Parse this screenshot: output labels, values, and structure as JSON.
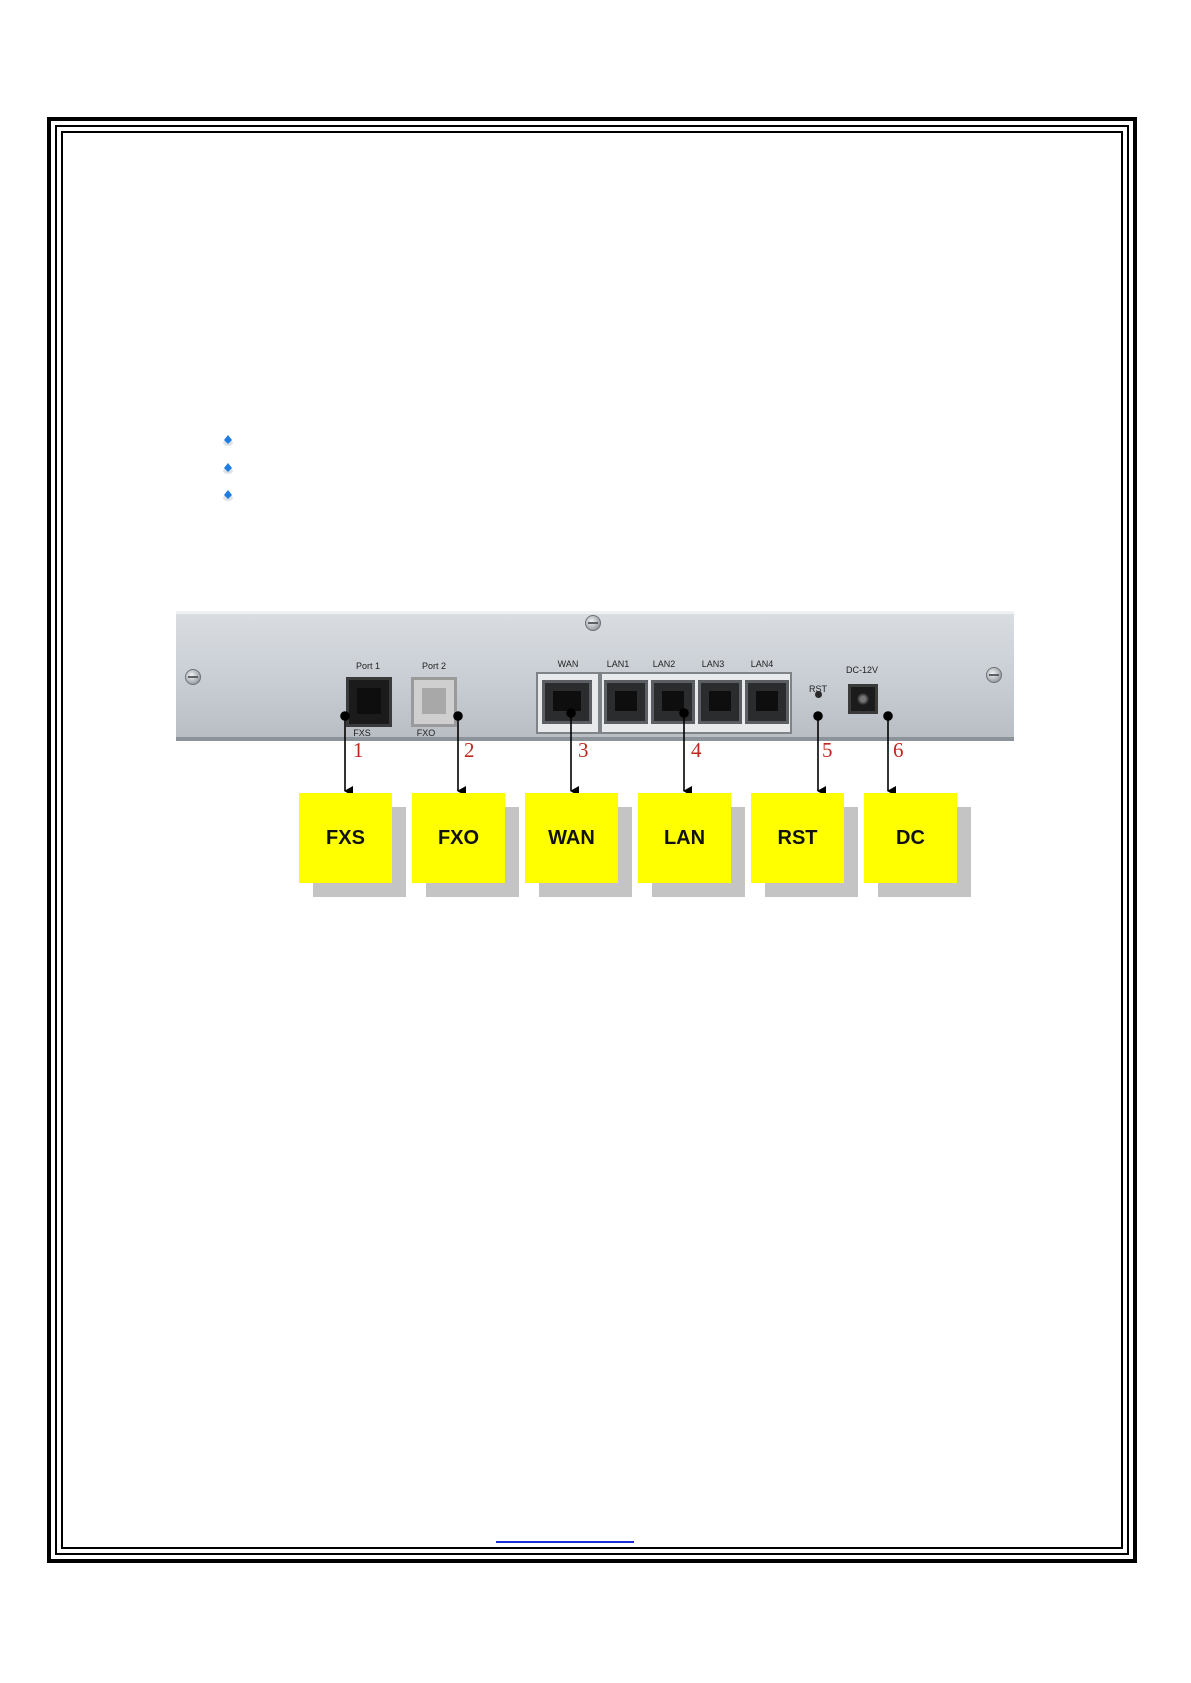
{
  "device": {
    "port_labels": {
      "port1": "Port 1",
      "port2": "Port 2",
      "fxs": "FXS",
      "fxo": "FXO",
      "wan": "WAN",
      "lan1": "LAN1",
      "lan2": "LAN2",
      "lan3": "LAN3",
      "lan4": "LAN4",
      "rst": "RST",
      "dc": "DC-12V"
    }
  },
  "callouts": [
    {
      "number": "1",
      "label": "FXS"
    },
    {
      "number": "2",
      "label": "FXO"
    },
    {
      "number": "3",
      "label": "WAN"
    },
    {
      "number": "4",
      "label": "LAN"
    },
    {
      "number": "5",
      "label": "RST"
    },
    {
      "number": "6",
      "label": "DC"
    }
  ],
  "colors": {
    "label_fill": "#ffff00",
    "callout_number": "#c0281e",
    "link_underline": "#1d2dd6",
    "bullet": "#1f7ce0"
  }
}
